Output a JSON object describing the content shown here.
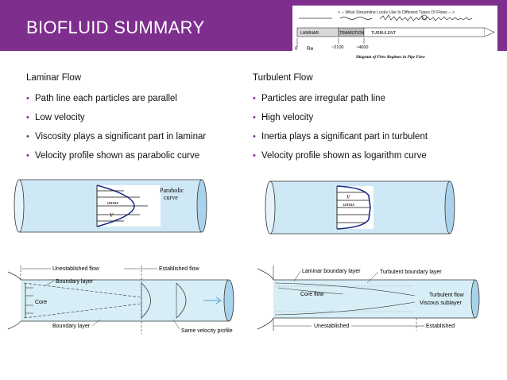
{
  "slide": {
    "title": "BIOFLUID SUMMARY",
    "accent": "#7e2f8e"
  },
  "regime_diagram": {
    "header": "< -- What Streamline Looks Like In Different Types Of Flows -- >",
    "laminar": "LAMINAR",
    "transition": "TRANSITION",
    "turbulent": "TURBULENT",
    "axis_zero": "0",
    "axis_re": "Re",
    "re_2100": "~2100",
    "re_4000": "~4000",
    "caption": "Diagram of Flow Regimes in Pipe Flow"
  },
  "laminar": {
    "heading": "Laminar Flow",
    "bullets": [
      "Path line each particles are parallel",
      "Low velocity",
      "Viscosity plays a significant part in laminar",
      "Velocity profile shown as parabolic curve"
    ]
  },
  "turbulent": {
    "heading": "Turbulent Flow",
    "bullets": [
      "Particles are irregular path line",
      "High velocity",
      "Inertia plays a significant part in turbulent",
      "Velocity profile shown as logarithm curve"
    ]
  },
  "laminar_profile": {
    "parabolic": "Parabolic",
    "curve": "curve",
    "umax": "umax",
    "v": "V"
  },
  "turbulent_profile": {
    "v": "V",
    "umax": "umax"
  },
  "laminar_entry": {
    "unestablished": "Unestablished flow",
    "established": "Established flow",
    "boundary_top": "Boundary layer",
    "core": "Core",
    "boundary_bottom": "Boundary layer",
    "same_velocity": "Same velocity profile"
  },
  "turbulent_entry": {
    "laminar_bl": "Laminar boundary layer",
    "turbulent_bl": "Turbulent boundary layer",
    "core_flow": "Core flow",
    "turbulent_flow": "Turbulent flow",
    "viscous_sublayer": "Viscous sublayer",
    "unestablished": "Unestablished",
    "established": "Established"
  }
}
